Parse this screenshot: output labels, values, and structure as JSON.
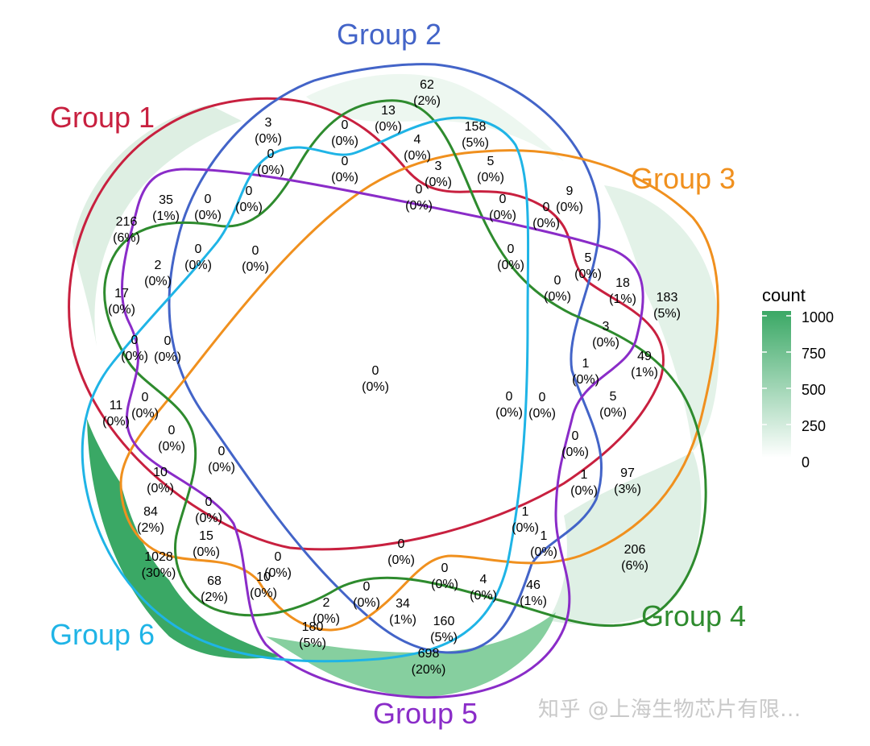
{
  "chart_data": {
    "type": "venn",
    "legend": {
      "title": "count",
      "ticks": [
        "1000",
        "750",
        "500",
        "250",
        "0"
      ],
      "color_low": "#ffffff",
      "color_high": "#3aa865"
    },
    "sets": [
      {
        "name": "Group 1",
        "color": "#c8203f"
      },
      {
        "name": "Group 2",
        "color": "#4364c8"
      },
      {
        "name": "Group 3",
        "color": "#f0901e"
      },
      {
        "name": "Group 4",
        "color": "#2e8b2e"
      },
      {
        "name": "Group 5",
        "color": "#8a2cc8"
      },
      {
        "name": "Group 6",
        "color": "#1fb4e6"
      }
    ],
    "regions": [
      {
        "count": "62",
        "pct": "(2%)"
      },
      {
        "count": "13",
        "pct": "(0%)"
      },
      {
        "count": "158",
        "pct": "(5%)"
      },
      {
        "count": "3",
        "pct": "(0%)"
      },
      {
        "count": "0",
        "pct": "(0%)"
      },
      {
        "count": "4",
        "pct": "(0%)"
      },
      {
        "count": "0",
        "pct": "(0%)"
      },
      {
        "count": "0",
        "pct": "(0%)"
      },
      {
        "count": "5",
        "pct": "(0%)"
      },
      {
        "count": "3",
        "pct": "(0%)"
      },
      {
        "count": "0",
        "pct": "(0%)"
      },
      {
        "count": "9",
        "pct": "(0%)"
      },
      {
        "count": "0",
        "pct": "(0%)"
      },
      {
        "count": "0",
        "pct": "(0%)"
      },
      {
        "count": "35",
        "pct": "(1%)"
      },
      {
        "count": "0",
        "pct": "(0%)"
      },
      {
        "count": "0",
        "pct": "(0%)"
      },
      {
        "count": "216",
        "pct": "(6%)"
      },
      {
        "count": "0",
        "pct": "(0%)"
      },
      {
        "count": "0",
        "pct": "(0%)"
      },
      {
        "count": "2",
        "pct": "(0%)"
      },
      {
        "count": "0",
        "pct": "(0%)"
      },
      {
        "count": "5",
        "pct": "(0%)"
      },
      {
        "count": "18",
        "pct": "(1%)"
      },
      {
        "count": "183",
        "pct": "(5%)"
      },
      {
        "count": "0",
        "pct": "(0%)"
      },
      {
        "count": "17",
        "pct": "(0%)"
      },
      {
        "count": "3",
        "pct": "(0%)"
      },
      {
        "count": "0",
        "pct": "(0%)"
      },
      {
        "count": "0",
        "pct": "(0%)"
      },
      {
        "count": "49",
        "pct": "(1%)"
      },
      {
        "count": "1",
        "pct": "(0%)"
      },
      {
        "count": "0",
        "pct": "(0%)"
      },
      {
        "count": "5",
        "pct": "(0%)"
      },
      {
        "count": "11",
        "pct": "(0%)"
      },
      {
        "count": "0",
        "pct": "(0%)"
      },
      {
        "count": "0",
        "pct": "(0%)"
      },
      {
        "count": "0",
        "pct": "(0%)"
      },
      {
        "count": "0",
        "pct": "(0%)"
      },
      {
        "count": "0",
        "pct": "(0%)"
      },
      {
        "count": "97",
        "pct": "(3%)"
      },
      {
        "count": "1",
        "pct": "(0%)"
      },
      {
        "count": "10",
        "pct": "(0%)"
      },
      {
        "count": "84",
        "pct": "(2%)"
      },
      {
        "count": "0",
        "pct": "(0%)"
      },
      {
        "count": "1",
        "pct": "(0%)"
      },
      {
        "count": "1",
        "pct": "(0%)"
      },
      {
        "count": "15",
        "pct": "(0%)"
      },
      {
        "count": "0",
        "pct": "(0%)"
      },
      {
        "count": "1028",
        "pct": "(30%)"
      },
      {
        "count": "206",
        "pct": "(6%)"
      },
      {
        "count": "68",
        "pct": "(2%)"
      },
      {
        "count": "0",
        "pct": "(0%)"
      },
      {
        "count": "10",
        "pct": "(0%)"
      },
      {
        "count": "0",
        "pct": "(0%)"
      },
      {
        "count": "4",
        "pct": "(0%)"
      },
      {
        "count": "46",
        "pct": "(1%)"
      },
      {
        "count": "0",
        "pct": "(0%)"
      },
      {
        "count": "2",
        "pct": "(0%)"
      },
      {
        "count": "34",
        "pct": "(1%)"
      },
      {
        "count": "160",
        "pct": "(5%)"
      },
      {
        "count": "180",
        "pct": "(5%)"
      },
      {
        "count": "698",
        "pct": "(20%)"
      },
      {
        "count": "0",
        "pct": "(0%)"
      }
    ]
  },
  "watermark": "知乎 @上海生物芯片有限..."
}
